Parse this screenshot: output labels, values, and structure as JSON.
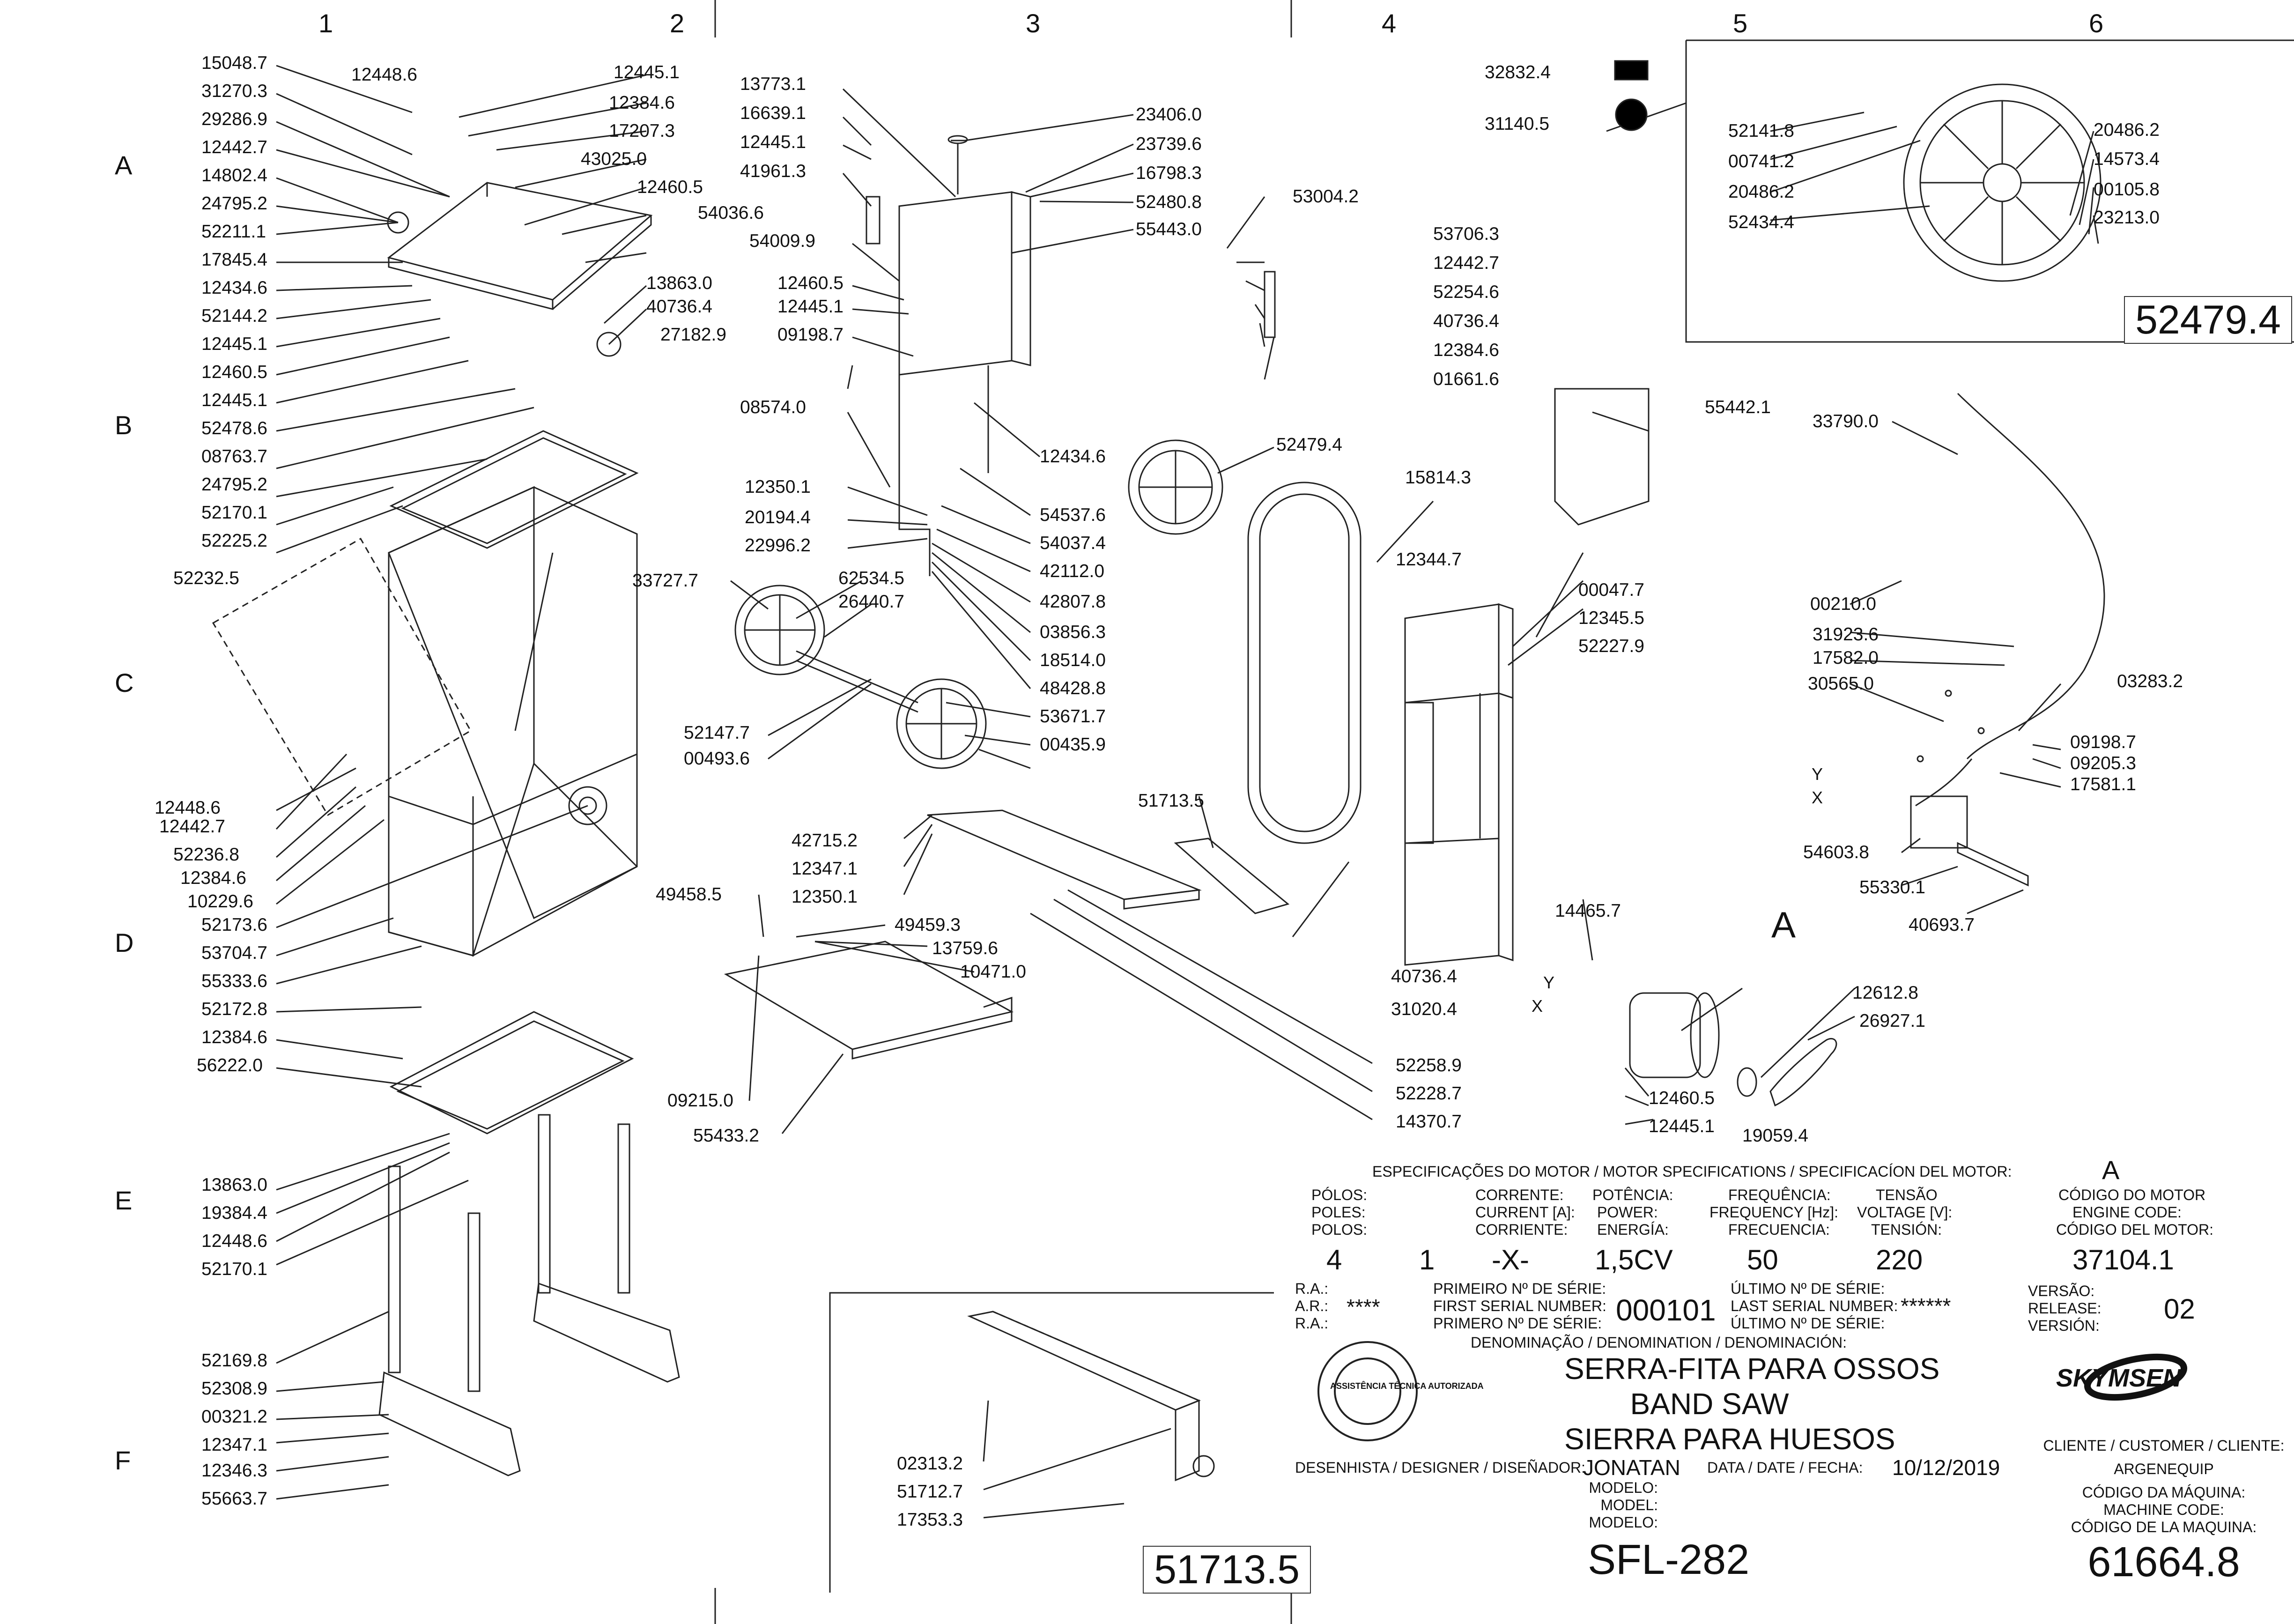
{
  "grid": {
    "columns": [
      "1",
      "2",
      "3",
      "4",
      "5",
      "6"
    ],
    "rows": [
      "A",
      "B",
      "C",
      "D",
      "E",
      "F"
    ]
  },
  "parts": {
    "col1": [
      "15048.7",
      "31270.3",
      "29286.9",
      "12442.7",
      "14802.4",
      "24795.2",
      "52211.1",
      "17845.4",
      "12434.6",
      "52144.2",
      "12445.1",
      "12460.5",
      "12445.1",
      "52478.6",
      "08763.7",
      "24795.2",
      "52170.1",
      "52225.2",
      "52232.5",
      "12448.6",
      "12442.7",
      "52236.8",
      "12384.6",
      "10229.6",
      "52173.6",
      "53704.7",
      "55333.6",
      "52172.8",
      "12384.6",
      "56222.0",
      "13863.0",
      "19384.4",
      "12448.6",
      "52170.1",
      "52169.8",
      "52308.9",
      "00321.2",
      "12347.1",
      "12346.3",
      "55663.7"
    ],
    "col2": [
      "12448.6",
      "12445.1",
      "12384.6",
      "17207.3",
      "43025.0",
      "12460.5",
      "54036.6",
      "13863.0",
      "40736.4"
    ],
    "col3top": [
      "13773.1",
      "16639.1",
      "12445.1",
      "41961.3",
      "54009.9",
      "12460.5",
      "12445.1",
      "09198.7",
      "27182.9",
      "08574.0",
      "12350.1",
      "20194.4",
      "22996.2",
      "33727.7",
      "62534.5",
      "26440.7",
      "52147.7",
      "00493.6"
    ],
    "col3right": [
      "23406.0",
      "23739.6",
      "16798.3",
      "52480.8",
      "55443.0",
      "12434.6",
      "54537.6",
      "54037.4",
      "42112.0",
      "42807.8",
      "03856.3",
      "18514.0",
      "48428.8",
      "53671.7",
      "00435.9",
      "52479.4"
    ],
    "col3bottom": [
      "42715.2",
      "12347.1",
      "12350.1",
      "49458.5",
      "49459.3",
      "13759.6",
      "10471.0",
      "09215.0",
      "55433.2",
      "51713.5",
      "52258.9",
      "52228.7",
      "14370.7"
    ],
    "col4": [
      "53004.2",
      "53706.3",
      "12442.7",
      "52254.6",
      "40736.4",
      "12384.6",
      "01661.6",
      "15814.3",
      "12344.7",
      "00047.7",
      "12345.5",
      "52227.9",
      "40736.4",
      "31020.4",
      "14465.7",
      "12460.5",
      "12445.1",
      "19059.4",
      "12612.8",
      "26927.1"
    ],
    "topsmall": [
      "32832.4",
      "31140.5"
    ],
    "pulley": [
      "52141.8",
      "00741.2",
      "20486.2",
      "52434.4",
      "20486.2",
      "14573.4",
      "00105.8",
      "23213.0"
    ],
    "electrical": [
      "55442.1",
      "33790.0",
      "00210.0",
      "31923.6",
      "17582.0",
      "30565.0",
      "03283.2",
      "09198.7",
      "09205.3",
      "17581.1",
      "54603.8",
      "55330.1",
      "40693.7"
    ],
    "inset": [
      "02313.2",
      "51712.7",
      "17353.3"
    ],
    "y_label": "Y",
    "x_label": "X",
    "detail_letter": "A"
  },
  "boxes": {
    "pulley_assembly": "52479.4",
    "inset_assembly": "51713.5"
  },
  "motor": {
    "title": "ESPECIFICAÇÕES DO MOTOR / MOTOR SPECIFICATIONS / SPECIFICACÍON DEL MOTOR:",
    "letter": "A",
    "poles_label": [
      "PÓLOS:",
      "POLES:",
      "POLOS:"
    ],
    "current_label": [
      "CORRENTE:",
      "CURRENT [A]:",
      "CORRIENTE:"
    ],
    "power_label": [
      "POTÊNCIA:",
      "POWER:",
      "ENERGÍA:"
    ],
    "freq_label": [
      "FREQUÊNCIA:",
      "FREQUENCY [Hz]:",
      "FRECUENCIA:"
    ],
    "voltage_label": [
      "TENSÃO",
      "VOLTAGE [V]:",
      "TENSIÓN:"
    ],
    "code_label": [
      "CÓDIGO DO MOTOR",
      "ENGINE CODE:",
      "CÓDIGO DEL MOTOR:"
    ],
    "poles": "4",
    "phase": "1",
    "current": "-X-",
    "power": "1,5CV",
    "frequency": "50",
    "voltage": "220",
    "code": "37104.1"
  },
  "titleblock": {
    "ra_labels": [
      "R.A.:",
      "A.R.:",
      "R.A.:"
    ],
    "ra_value": "****",
    "first_serial_labels": [
      "PRIMEIRO Nº DE SÉRIE:",
      "FIRST SERIAL NUMBER:",
      "PRIMERO Nº DE SÉRIE:"
    ],
    "first_serial": "000101",
    "last_serial_labels": [
      "ÚLTIMO Nº DE SÉRIE:",
      "LAST SERIAL NUMBER:",
      "ÚLTIMO Nº DE SÉRIE:"
    ],
    "last_serial": "******",
    "version_labels": [
      "VERSÃO:",
      "RELEASE:",
      "VERSIÓN:"
    ],
    "version": "02",
    "denomination_label": "DENOMINAÇÃO / DENOMINATION / DENOMINACIÓN:",
    "names": [
      "SERRA-FITA PARA OSSOS",
      "BAND SAW",
      "SIERRA PARA HUESOS"
    ],
    "brand": "SKYMSEN",
    "seal_text": "ASSISTÊNCIA TÉCNICA AUTORIZADA",
    "designer_label": "DESENHISTA / DESIGNER / DISEÑADOR:",
    "designer": "JONATAN",
    "date_label": "DATA / DATE / FECHA:",
    "date": "10/12/2019",
    "customer_label": "CLIENTE / CUSTOMER / CLIENTE:",
    "customer": "ARGENEQUIP",
    "model_labels": [
      "MODELO:",
      "MODEL:",
      "MODELO:"
    ],
    "model": "SFL-282",
    "machine_code_labels": [
      "CÓDIGO DA MÁQUINA:",
      "MACHINE CODE:",
      "CÓDIGO DE LA MAQUINA:"
    ],
    "machine_code": "61664.8"
  }
}
